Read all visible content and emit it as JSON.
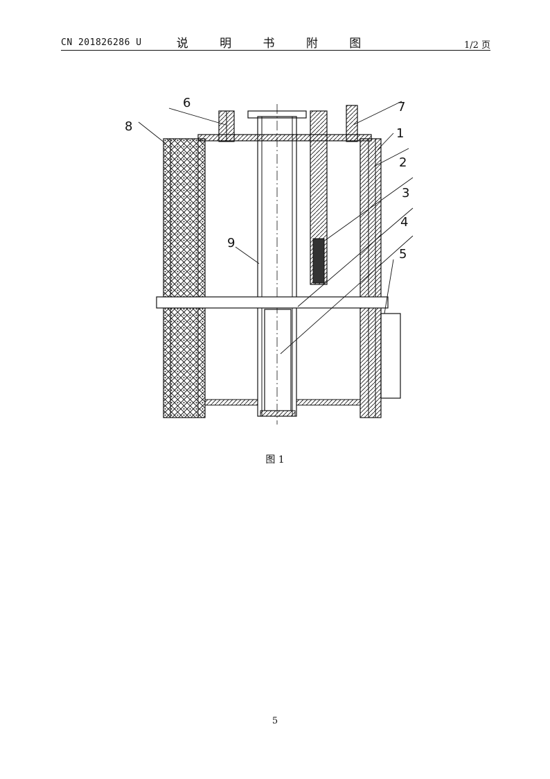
{
  "header": {
    "doc_number": "CN 201826286 U",
    "title": "说 明 书 附 图",
    "page_of": "1/2 页"
  },
  "figure": {
    "labels": [
      "1",
      "2",
      "3",
      "4",
      "5",
      "6",
      "7",
      "8",
      "9"
    ]
  },
  "caption": "图 1",
  "page_number": "5"
}
